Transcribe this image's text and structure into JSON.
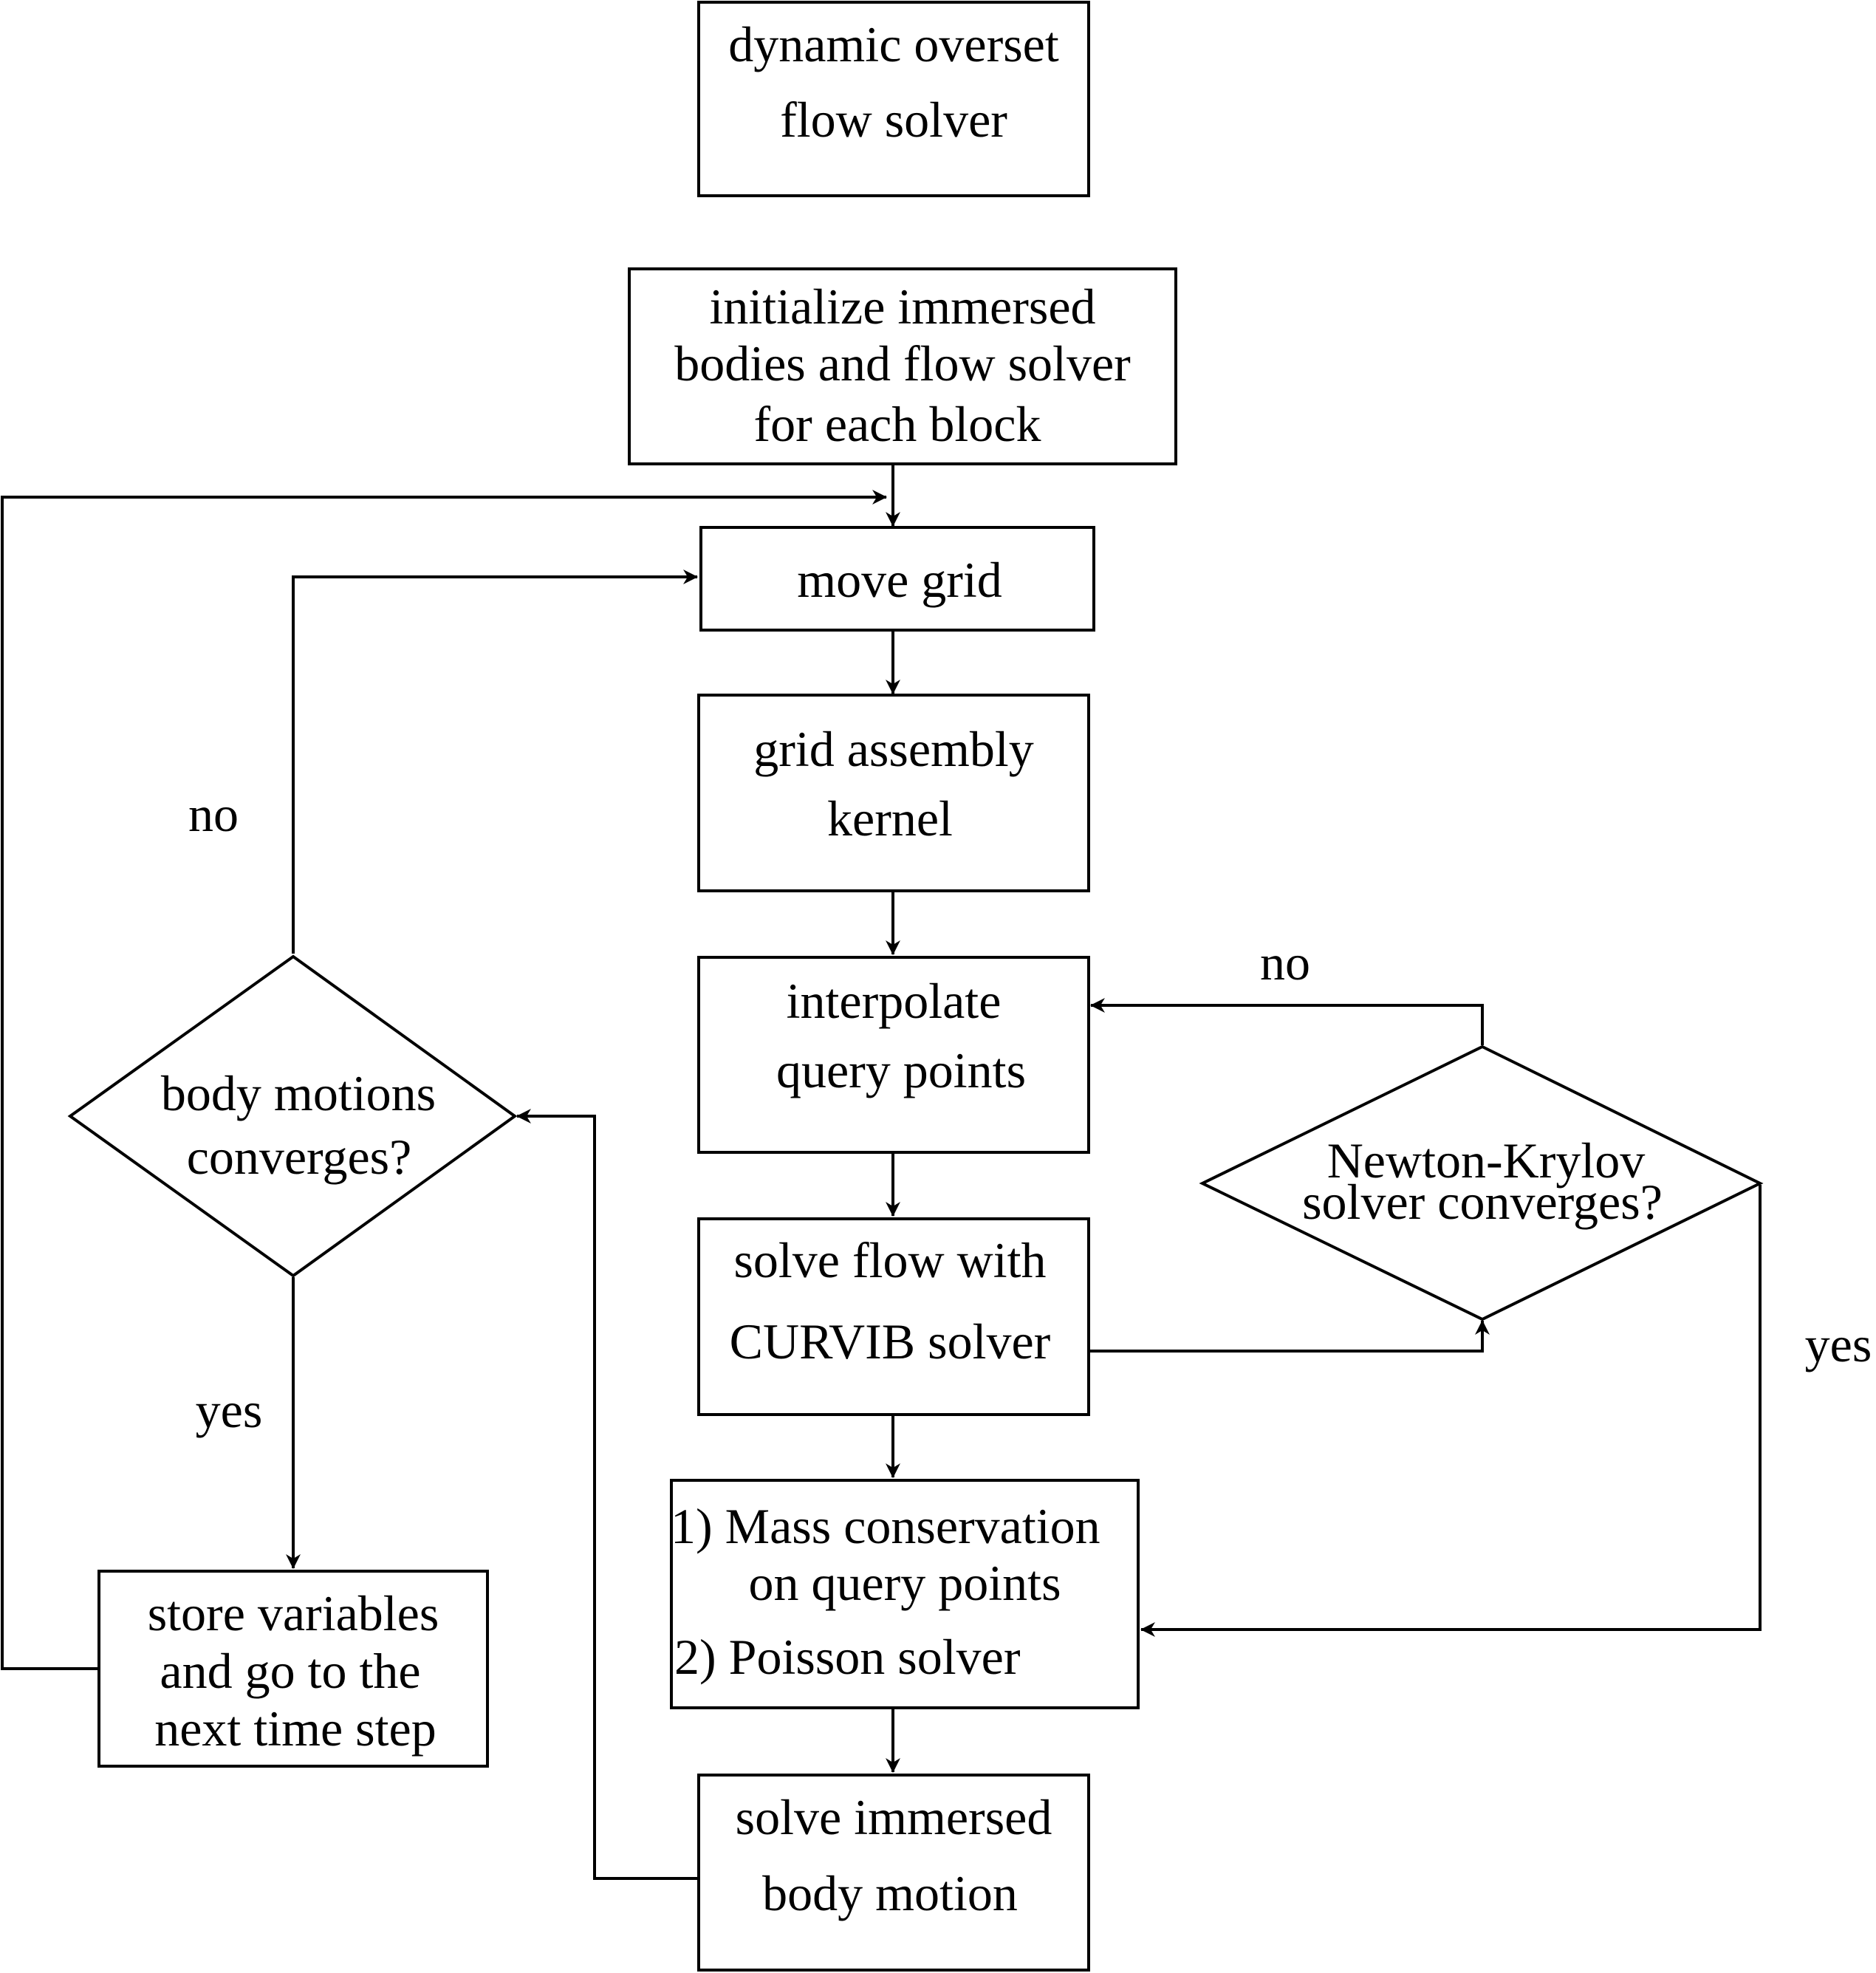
{
  "nodes": {
    "overset": {
      "lines": [
        "dynamic overset",
        "flow solver"
      ]
    },
    "initialize": {
      "lines": [
        "initialize immersed",
        "bodies and flow solver",
        "for each block"
      ]
    },
    "move_grid": {
      "lines": [
        "move grid"
      ]
    },
    "grid_assembly": {
      "lines": [
        "grid assembly",
        "kernel"
      ]
    },
    "interpolate": {
      "lines": [
        "interpolate",
        "query points"
      ]
    },
    "solve_flow": {
      "lines": [
        "solve flow with",
        "CURVIB solver"
      ]
    },
    "mass_conservation": {
      "lines": [
        "1) Mass conservation",
        "on query points",
        "2) Poisson solver"
      ]
    },
    "solve_body": {
      "lines": [
        "solve immersed",
        "body motion"
      ]
    },
    "body_converges": {
      "lines": [
        "body motions",
        "converges?"
      ]
    },
    "store": {
      "lines": [
        "store variables",
        "and go to the",
        "next time step"
      ]
    },
    "newton_converges": {
      "lines": [
        "Newton-Krylov",
        "solver converges?"
      ]
    }
  },
  "edge_labels": {
    "body_no": "no",
    "body_yes": "yes",
    "newton_no": "no",
    "newton_yes": "yes"
  }
}
